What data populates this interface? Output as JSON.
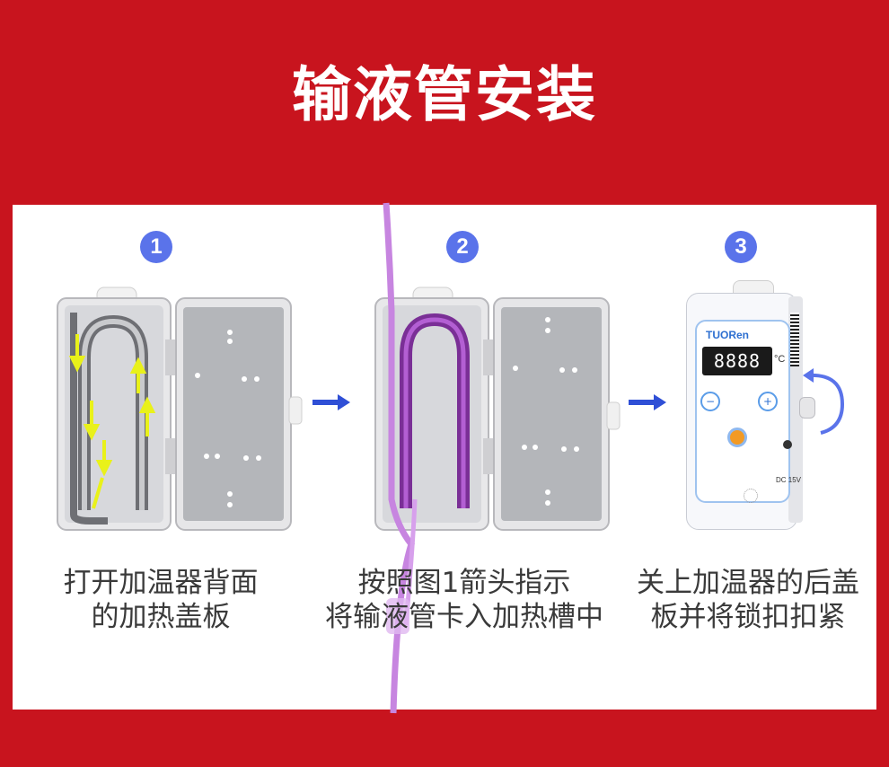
{
  "title": "输液管安装",
  "steps": [
    {
      "number": "1",
      "caption_line1": "打开加温器背面",
      "caption_line2": "的加热盖板"
    },
    {
      "number": "2",
      "caption_line1": "按照图1箭头指示",
      "caption_line2": "将输液管卡入加热槽中"
    },
    {
      "number": "3",
      "caption_line1": "关上加温器的后盖",
      "caption_line2": "板并将锁扣扣紧"
    }
  ],
  "device": {
    "brand": "TUORen",
    "display": "8888",
    "unit": "°C",
    "minus_label": "−",
    "plus_label": "+",
    "power_label": "DC 15V"
  },
  "colors": {
    "background": "#c8141e",
    "panel": "#ffffff",
    "badge": "#5a73ea",
    "arrow": "#2f4fd6",
    "tube": "#a64fc8"
  }
}
